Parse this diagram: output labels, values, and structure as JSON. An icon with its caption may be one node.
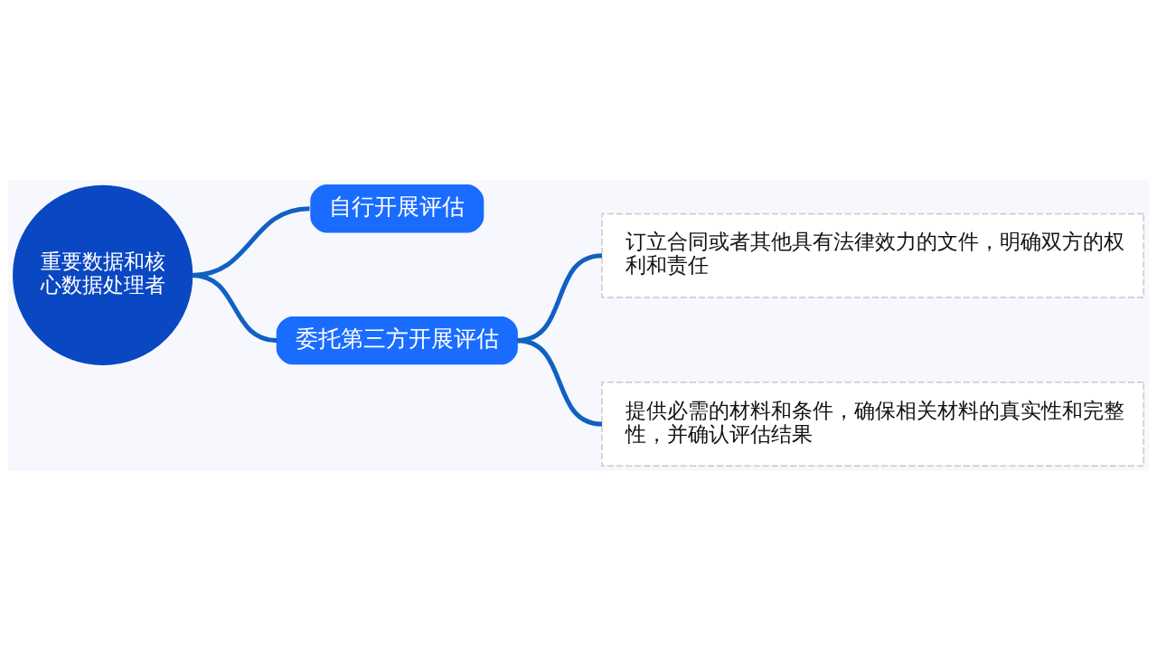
{
  "diagram": {
    "nodes": [
      {
        "text": [
          "重要数据和核心数据处理者"
        ]
      },
      {
        "text": [
          "自行开展评估"
        ]
      },
      {
        "text": [
          "委托第三方开展评估"
        ]
      },
      {
        "text": [
          "订立合同或者其他具有法律效力的文件，明确双方的权利和责任"
        ]
      },
      {
        "text": [
          "提供必需的材料和条件，确保相关材料的真实性和完整性，并确认评估结果"
        ]
      }
    ],
    "edges": [
      {
        "from": 0,
        "to": 1,
        "arrow": "none"
      },
      {
        "from": 0,
        "to": 2,
        "arrow": "none"
      },
      {
        "from": 2,
        "to": 3,
        "arrow": "none"
      },
      {
        "from": 2,
        "to": 4,
        "arrow": "none"
      }
    ]
  }
}
